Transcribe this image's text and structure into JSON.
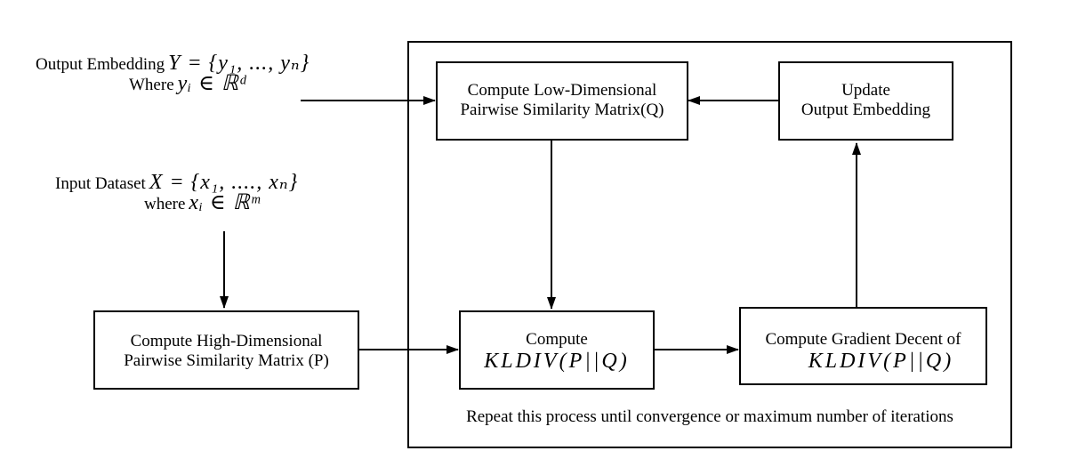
{
  "output_embedding": {
    "line1_prefix": "Output Embedding",
    "line1_math": "Y = {y₁, ..., yₙ}",
    "line2_prefix": "Where",
    "line2_math": "yᵢ ∈ ℝᵈ"
  },
  "input_dataset": {
    "line1_prefix": "Input Dataset",
    "line1_math": "X = {x₁, ...., xₙ}",
    "line2_prefix": "where",
    "line2_math": "xᵢ ∈ ℝᵐ"
  },
  "boxes": {
    "low_dim": {
      "line1": "Compute Low-Dimensional",
      "line2": "Pairwise Similarity Matrix(Q)"
    },
    "update": {
      "line1": "Update",
      "line2": "Output Embedding"
    },
    "high_dim": {
      "line1": "Compute High-Dimensional",
      "line2": "Pairwise Similarity Matrix (P)"
    },
    "kldiv": {
      "line1": "Compute",
      "line2": "KLDIV(P||Q)"
    },
    "gradient": {
      "line1": "Compute Gradient Decent of",
      "line2": "KLDIV(P||Q)"
    }
  },
  "loop_caption": "Repeat this process until convergence or maximum number of iterations"
}
